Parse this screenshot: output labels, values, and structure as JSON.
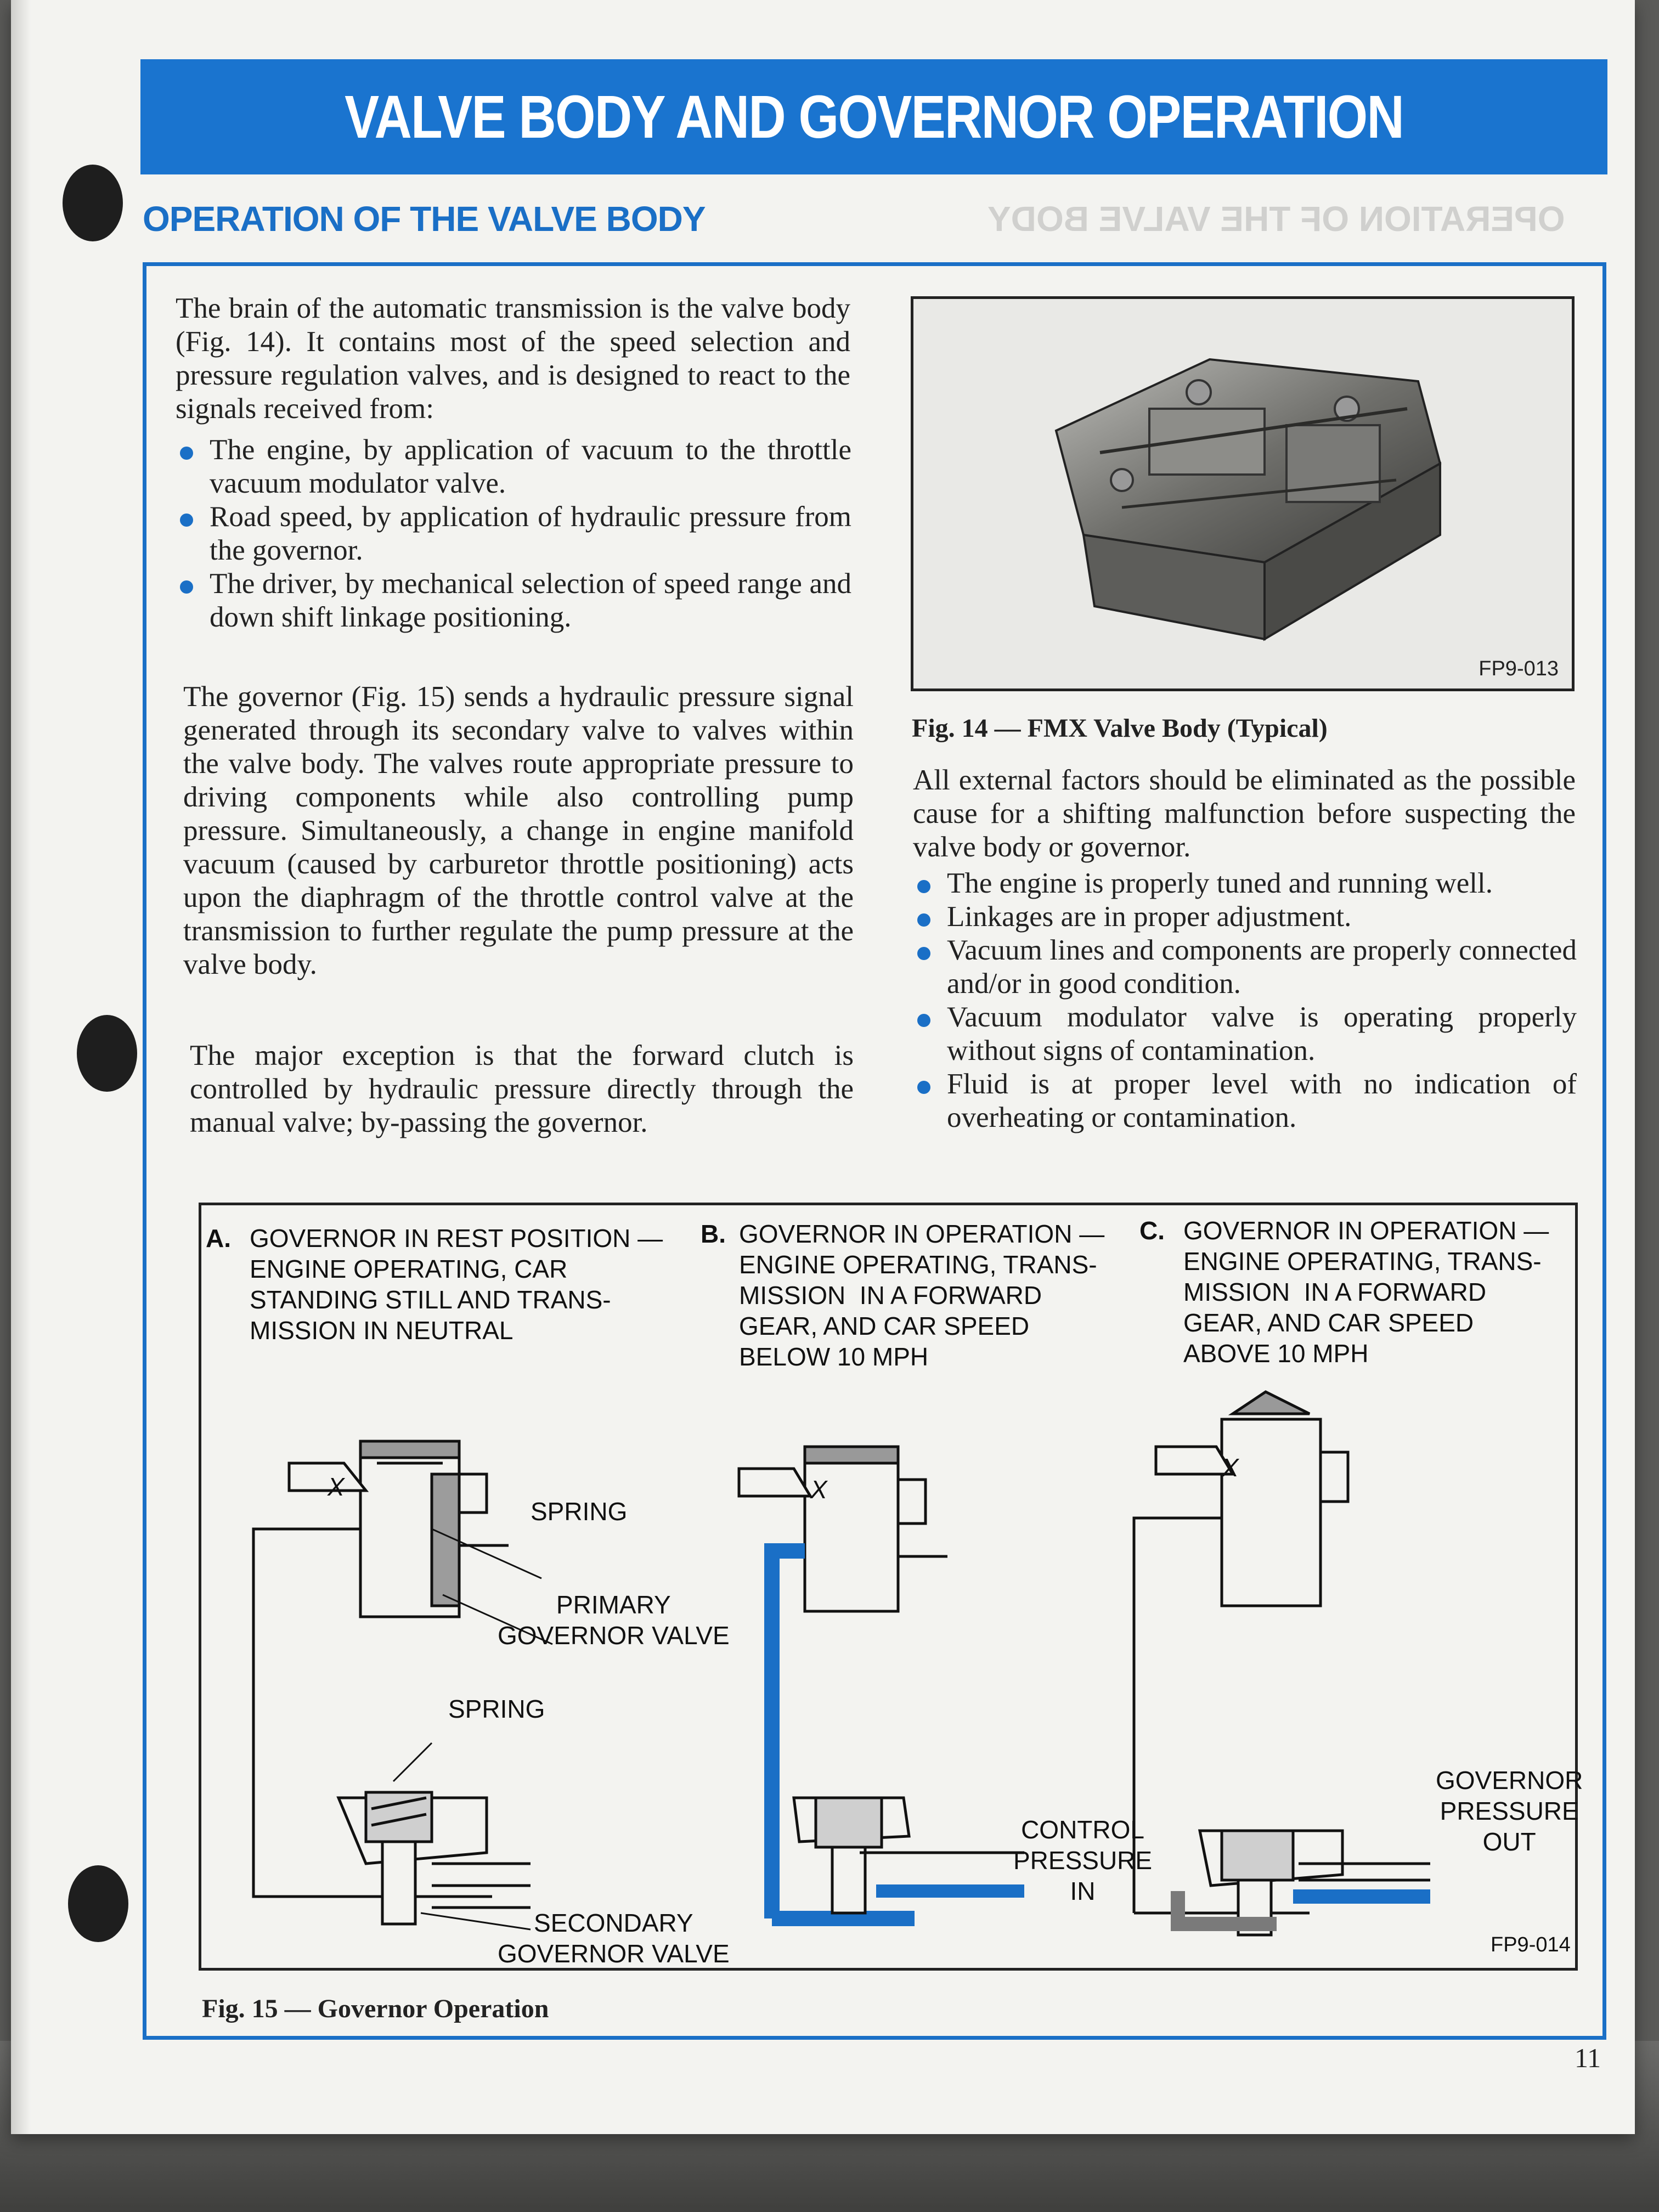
{
  "header": {
    "title": "VALVE BODY AND GOVERNOR OPERATION"
  },
  "section": {
    "heading": "OPERATION OF THE VALVE BODY",
    "bleed_heading": "OPERATION OF THE VALVE BODY"
  },
  "left_column": {
    "intro": "The brain of the automatic transmission is the valve body (Fig. 14). It contains most of the speed selection and pressure regulation valves, and is designed to react to the signals received from:",
    "signals": [
      "The engine, by application of vacuum to the throttle vacuum modulator valve.",
      "Road speed, by application of hydraulic pressure from the governor.",
      "The driver, by mechanical selection of speed range and down shift linkage positioning."
    ],
    "governor_para": "The governor (Fig. 15) sends a hydraulic pressure signal generated through its secondary valve to valves within the valve body. The valves route appropriate pressure to driving components while also controlling pump pressure. Simultaneously, a change in engine manifold vacuum (caused by carburetor throttle positioning) acts upon the diaphragm of the throttle control valve at the transmission to further regulate the pump pressure at the valve body.",
    "exception_para": "The major exception is that the forward clutch is controlled by hydraulic pressure directly through the manual valve; by-passing the governor."
  },
  "right_column": {
    "photo_code": "FP9-013",
    "fig14_caption": "Fig. 14 — FMX Valve Body (Typical)",
    "factors_intro": "All external factors should be eliminated as the possible cause for a shifting malfunction before suspecting the valve body or governor.",
    "factors": [
      "The engine is properly tuned and running well.",
      "Linkages are in proper adjustment.",
      "Vacuum lines and components are properly connected and/or in good condition.",
      "Vacuum modulator valve is operating properly without signs of contamination.",
      "Fluid is at proper level with no indication of overheating or contamination."
    ]
  },
  "diagram": {
    "panel_a": {
      "letter": "A.",
      "title": "GOVERNOR IN REST POSITION —\nENGINE OPERATING, CAR\nSTANDING STILL AND TRANS-\nMISSION IN NEUTRAL"
    },
    "panel_b": {
      "letter": "B.",
      "title": "GOVERNOR IN OPERATION —\nENGINE OPERATING, TRANS-\nMISSION  IN A FORWARD\nGEAR, AND CAR SPEED\nBELOW 10 MPH"
    },
    "panel_c": {
      "letter": "C.",
      "title": "GOVERNOR IN OPERATION —\nENGINE OPERATING, TRANS-\nMISSION  IN A FORWARD\nGEAR, AND CAR SPEED\nABOVE 10 MPH"
    },
    "labels": {
      "spring_top": "SPRING",
      "primary": "PRIMARY\nGOVERNOR VALVE",
      "spring_bottom": "SPRING",
      "secondary": "SECONDARY\nGOVERNOR VALVE",
      "control": "CONTROL\nPRESSURE\nIN",
      "governor_out": "GOVERNOR\nPRESSURE\nOUT",
      "x_mark": "X"
    },
    "code": "FP9-014",
    "fig15_caption": "Fig. 15 — Governor Operation"
  },
  "page_number": "11",
  "colors": {
    "accent_blue": "#1a6fc6",
    "title_blue": "#1a74cf",
    "paper": "#f3f3f0"
  }
}
